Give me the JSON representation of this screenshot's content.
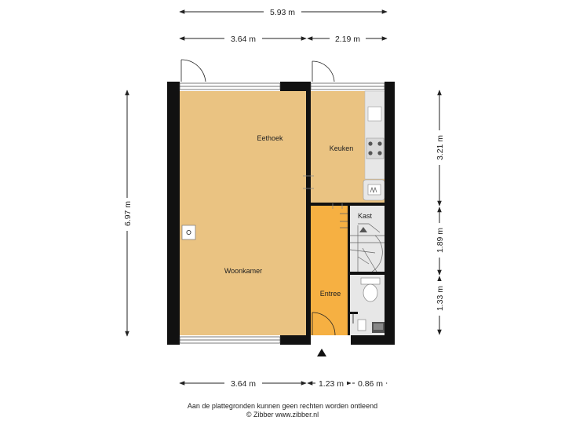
{
  "dimensions": {
    "total_width": "5.93 m",
    "top_left": "3.64 m",
    "top_right": "2.19 m",
    "bottom_left": "3.64 m",
    "bottom_mid": "1.23 m",
    "bottom_right": "0.86 m",
    "height_left": "6.97 m",
    "height_right_top": "3.21 m",
    "height_right_mid": "1.89 m",
    "height_right_bottom": "1.33 m"
  },
  "rooms": {
    "eethoek": "Eethoek",
    "woonkamer": "Woonkamer",
    "keuken": "Keuken",
    "kast": "Kast",
    "entree": "Entree"
  },
  "colors": {
    "living": "#EAC382",
    "entree": "#F6B042",
    "neutral": "#E7E7E7",
    "wall": "#111111"
  },
  "footer": {
    "line1": "Aan de plattegronden kunnen geen rechten worden ontleend",
    "line2": "© Zibber www.zibber.nl"
  }
}
